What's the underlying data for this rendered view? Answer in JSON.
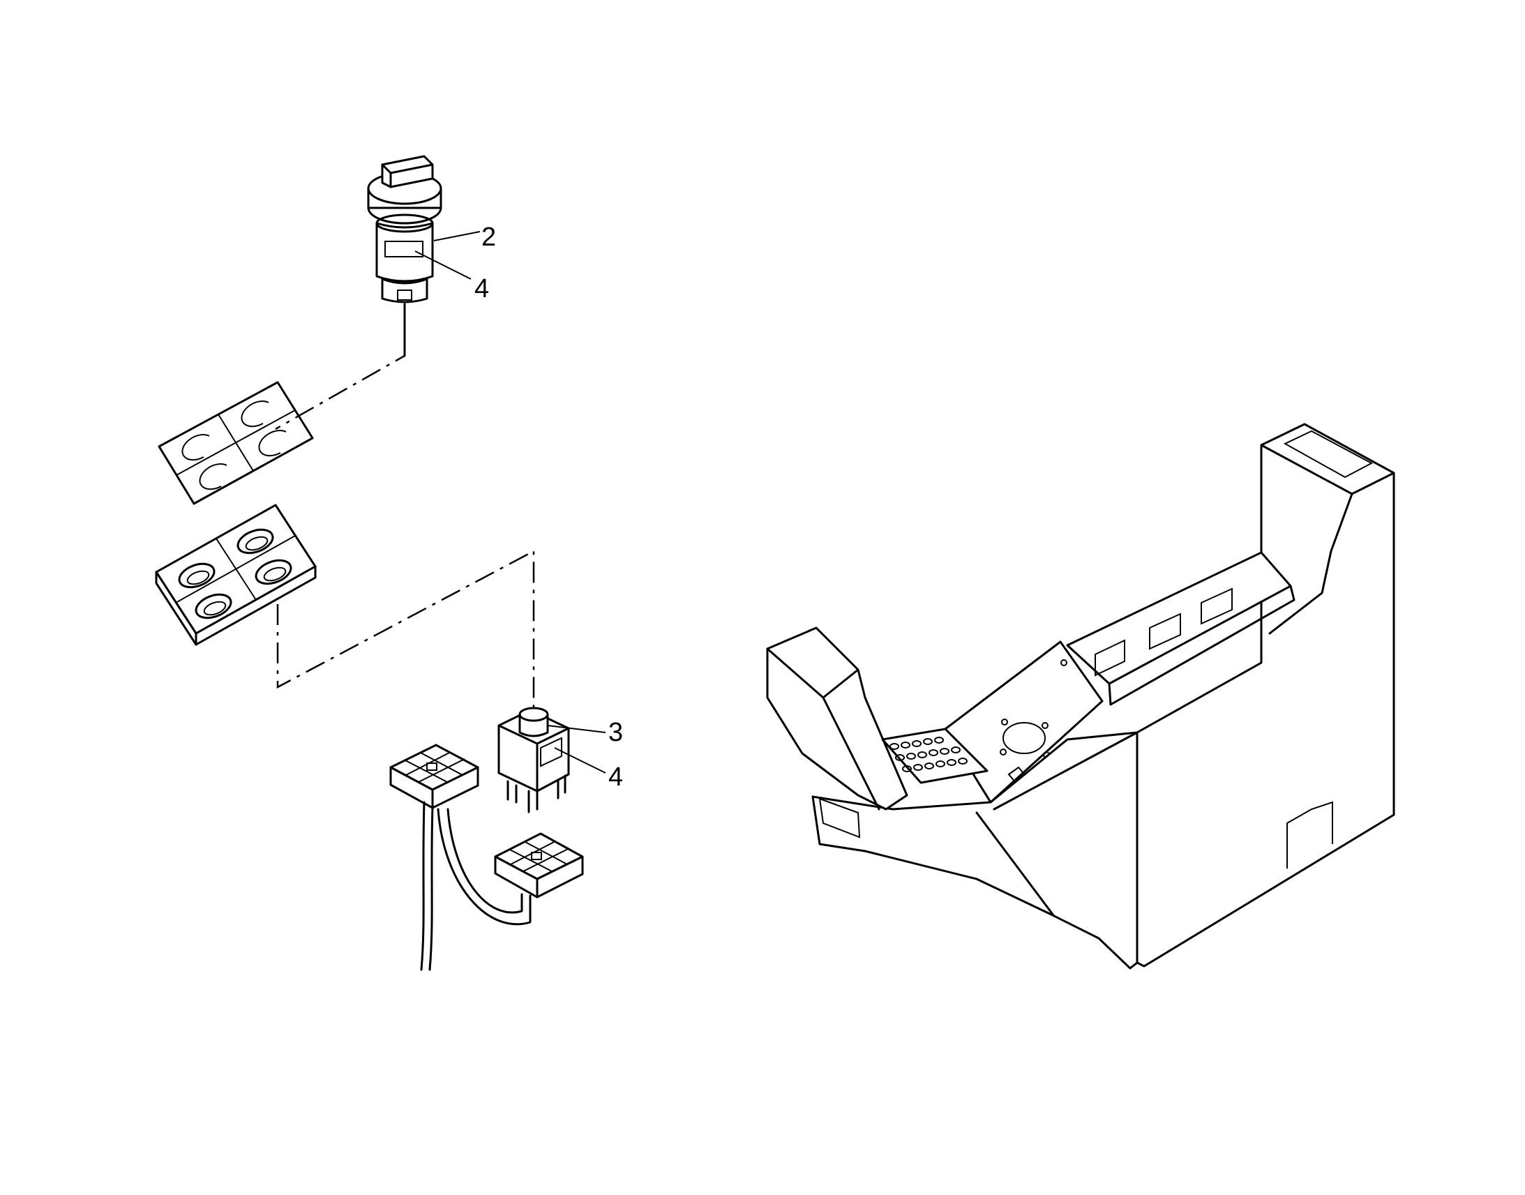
{
  "callouts": [
    {
      "id": "2",
      "label": "2"
    },
    {
      "id": "4a",
      "label": "4"
    },
    {
      "id": "3",
      "label": "3"
    },
    {
      "id": "4b",
      "label": "4"
    }
  ],
  "colors": {
    "line": "#000000",
    "background": "#ffffff"
  }
}
